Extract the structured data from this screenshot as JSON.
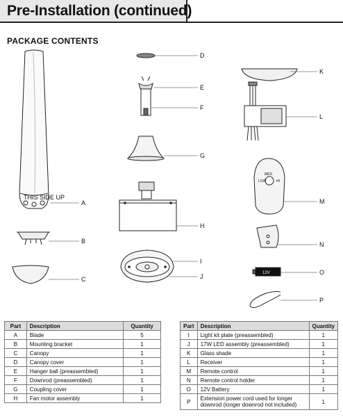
{
  "header": {
    "title": "Pre-Installation (continued)"
  },
  "section_title": "PACKAGE CONTENTS",
  "blade_text": "THIS SIDE UP",
  "battery_text": "12V",
  "remote_text": {
    "hi": "HI",
    "med": "MED",
    "low": "LOW"
  },
  "callouts": [
    "A",
    "B",
    "C",
    "D",
    "E",
    "F",
    "G",
    "H",
    "I",
    "J",
    "K",
    "L",
    "M",
    "N",
    "O",
    "P"
  ],
  "table_headers": {
    "part": "Part",
    "description": "Description",
    "quantity": "Quantity"
  },
  "table_left": [
    {
      "part": "A",
      "description": "Blade",
      "quantity": "5"
    },
    {
      "part": "B",
      "description": "Mounting bracket",
      "quantity": "1"
    },
    {
      "part": "C",
      "description": "Canopy",
      "quantity": "1"
    },
    {
      "part": "D",
      "description": "Canopy cover",
      "quantity": "1"
    },
    {
      "part": "E",
      "description": "Hanger ball (preassembled)",
      "quantity": "1"
    },
    {
      "part": "F",
      "description": "Downrod (preassembled)",
      "quantity": "1"
    },
    {
      "part": "G",
      "description": "Coupling cover",
      "quantity": "1"
    },
    {
      "part": "H",
      "description": "Fan motor assembly",
      "quantity": "1"
    }
  ],
  "table_right": [
    {
      "part": "I",
      "description": "Light kit plate (preassembled)",
      "quantity": "1"
    },
    {
      "part": "J",
      "description": "17W LED assembly (preassembled)",
      "quantity": "1"
    },
    {
      "part": "K",
      "description": "Glass shade",
      "quantity": "1"
    },
    {
      "part": "L",
      "description": "Receiver",
      "quantity": "1"
    },
    {
      "part": "M",
      "description": "Remote control",
      "quantity": "1"
    },
    {
      "part": "N",
      "description": "Remote control holder",
      "quantity": "1"
    },
    {
      "part": "O",
      "description": "12V Battery",
      "quantity": "1"
    },
    {
      "part": "P",
      "description": "Extension power cord used for longer downrod (longer downrod not included)",
      "quantity": "1"
    }
  ]
}
